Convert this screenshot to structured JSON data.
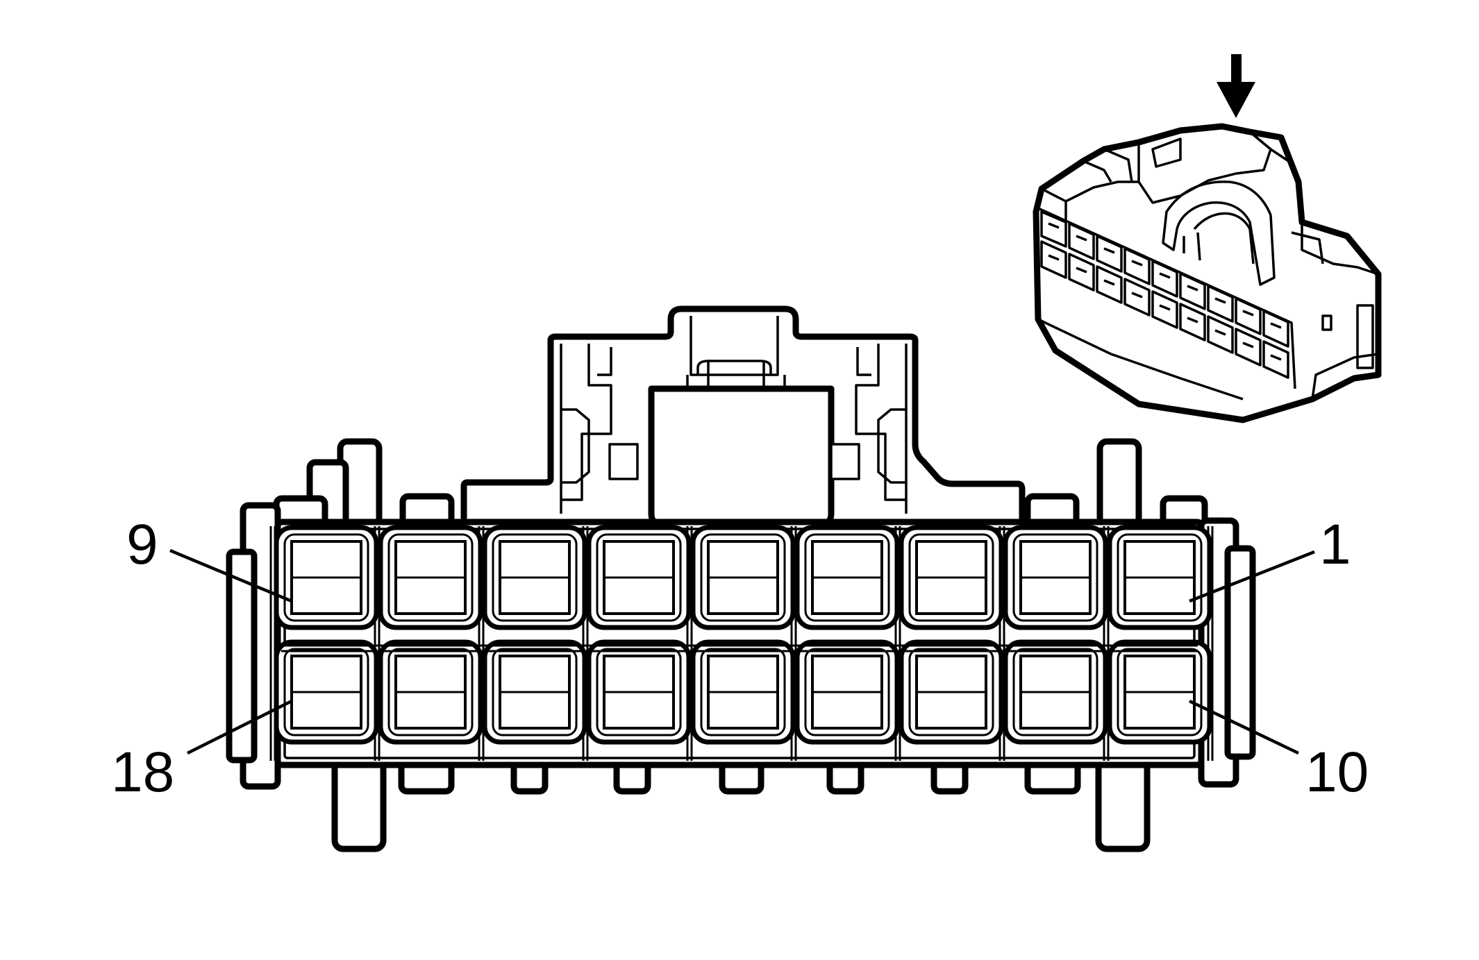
{
  "diagram": {
    "pin_labels": {
      "top_left": "9",
      "top_right": "1",
      "bottom_left": "18",
      "bottom_right": "10"
    },
    "connector": {
      "rows": 2,
      "cavities_per_row": 9
    },
    "colors": {
      "line": "#000000",
      "background": "#ffffff"
    },
    "icons": {
      "view_direction": "down-arrow-icon",
      "iso_view": "connector-isometric-icon"
    }
  }
}
